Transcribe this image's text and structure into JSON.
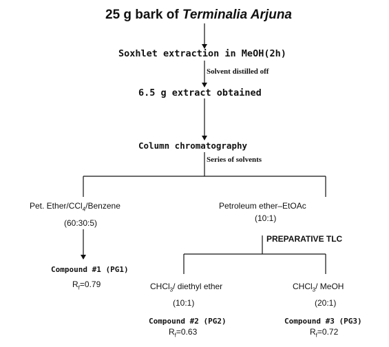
{
  "title": {
    "prefix": "25 g bark of ",
    "species": "Terminalia Arjuna"
  },
  "steps": {
    "soxhlet": "Soxhlet extraction in MeOH(2h)",
    "distilled": "Solvent distilled off",
    "extract": "6.5 g extract obtained",
    "column": "Column chromatography",
    "series": "Series of solvents"
  },
  "branches": {
    "left": {
      "solvent": "Pet. Ether/CCl",
      "sub": "4",
      "solvent_rest": "/Benzene",
      "ratio": "(60:30:5)"
    },
    "right": {
      "solvent": "Petroleum ether–EtOAc",
      "ratio": "(10:1)",
      "method": "PREPARATIVE TLC"
    }
  },
  "tlc": {
    "left": {
      "solvent": "CHCl",
      "sub": "3",
      "solvent_rest": "/ diethyl ether",
      "ratio": "(10:1)"
    },
    "right": {
      "solvent": "CHCl",
      "sub": "3",
      "solvent_rest": "/ MeOH",
      "ratio": "(20:1)"
    }
  },
  "compounds": [
    {
      "name": "Compound #1 (PG1)",
      "rf_prefix": "R",
      "rf_sub": "f",
      "rf_value": "=0.79"
    },
    {
      "name": "Compound #2 (PG2)",
      "rf_prefix": "R",
      "rf_sub": "f",
      "rf_value": "=0.63"
    },
    {
      "name": "Compound #3 (PG3)",
      "rf_prefix": "R",
      "rf_sub": "f",
      "rf_value": "=0.72"
    }
  ],
  "colors": {
    "ink": "#111111",
    "background": "#ffffff"
  }
}
